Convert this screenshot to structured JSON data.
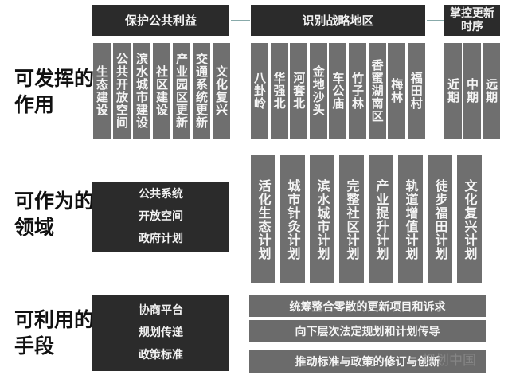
{
  "rows": {
    "role": "可发挥的作用",
    "domain": "可作为的领域",
    "means": "可利用的手段"
  },
  "headers": [
    "保护公共利益",
    "识别战略地区",
    "掌控更新时序"
  ],
  "public_interest_items": [
    "生态建设",
    "公共开放空间",
    "滨水城市建设",
    "社区建设",
    "产业园区更新",
    "交通系统更新",
    "文化复兴"
  ],
  "strategic_areas": [
    "八卦岭",
    "华强北",
    "河套北",
    "金地沙头",
    "车公庙",
    "竹子林",
    "香蜜湖南区",
    "梅林",
    "福田村"
  ],
  "timing": [
    "近期",
    "中期",
    "远期"
  ],
  "domain_box": [
    "公共系统",
    "开放空间",
    "政府计划"
  ],
  "plans": [
    "活化生态计划",
    "城市针灸计划",
    "滨水城市计划",
    "完整社区计划",
    "产业提升计划",
    "轨道增值计划",
    "徒步福田计划",
    "文化复兴计划"
  ],
  "means_box": [
    "协商平台",
    "规划传递",
    "政策标准"
  ],
  "means_bars": [
    "统筹整合零散的更新项目和诉求",
    "向下层次法定规划和计划传导",
    "推动标准与政策的修订与创新"
  ],
  "watermark": "规划中国"
}
